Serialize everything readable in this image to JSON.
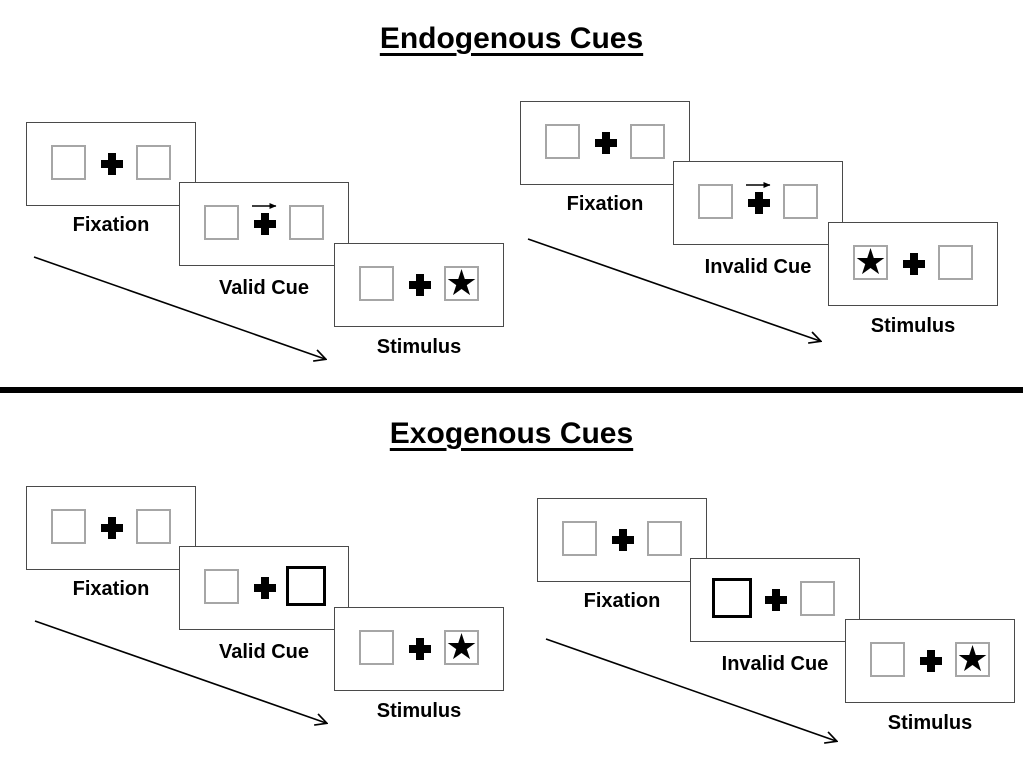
{
  "sections": [
    {
      "title": "Endogenous Cues",
      "groups": [
        {
          "condition": "valid",
          "panels": {
            "fixation": {
              "label": "Fixation"
            },
            "cue": {
              "label": "Valid Cue",
              "cue_symbol": "arrow-pointing-right-above-fixation-cross"
            },
            "stimulus": {
              "label": "Stimulus",
              "star_side": "right"
            }
          }
        },
        {
          "condition": "invalid",
          "panels": {
            "fixation": {
              "label": "Fixation"
            },
            "cue": {
              "label": "Invalid Cue",
              "cue_symbol": "arrow-pointing-right-above-fixation-cross"
            },
            "stimulus": {
              "label": "Stimulus",
              "star_side": "left"
            }
          }
        }
      ]
    },
    {
      "title": "Exogenous Cues",
      "groups": [
        {
          "condition": "valid",
          "panels": {
            "fixation": {
              "label": "Fixation"
            },
            "cue": {
              "label": "Valid Cue",
              "cue_symbol": "bold-highlighted-right-box"
            },
            "stimulus": {
              "label": "Stimulus",
              "star_side": "right"
            }
          }
        },
        {
          "condition": "invalid",
          "panels": {
            "fixation": {
              "label": "Fixation"
            },
            "cue": {
              "label": "Invalid Cue",
              "cue_symbol": "bold-highlighted-left-box"
            },
            "stimulus": {
              "label": "Stimulus",
              "star_side": "right"
            }
          }
        }
      ]
    }
  ],
  "glyphs": {
    "star": "★"
  },
  "colors": {
    "background": "#ffffff",
    "ink": "#000000",
    "panel_border": "#4a4a4a",
    "box_border": "#a6a6a6",
    "cue_box_border": "#000000"
  }
}
